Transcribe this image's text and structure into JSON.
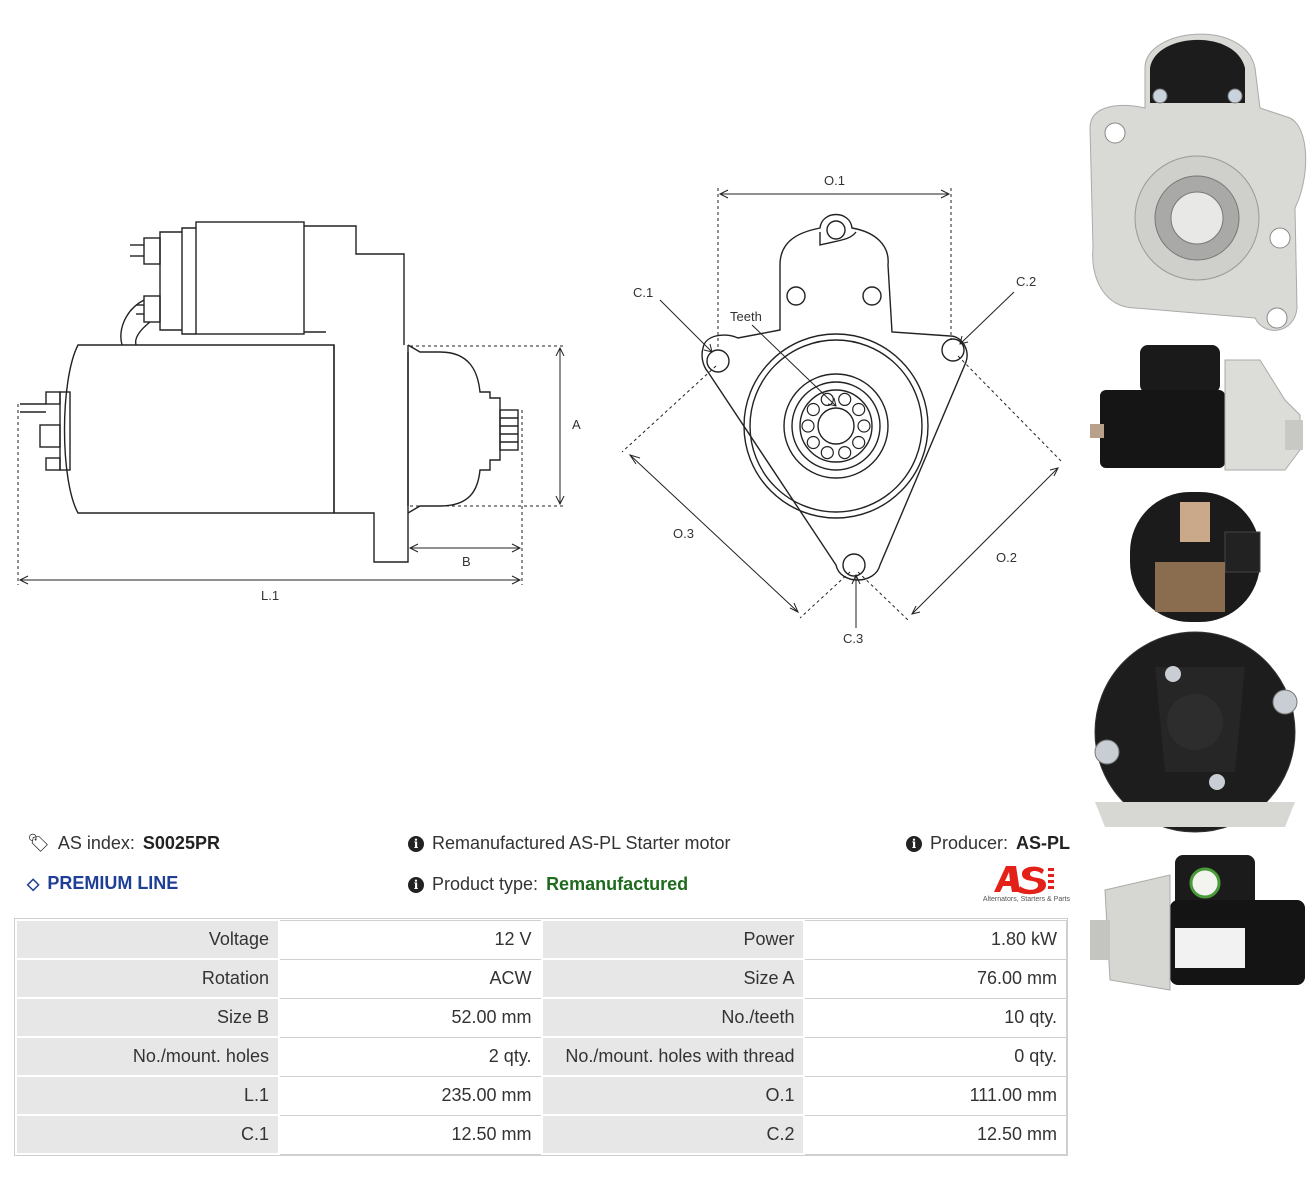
{
  "diagram": {
    "side_labels": {
      "a": "A",
      "b": "B",
      "l1": "L.1"
    },
    "front_labels": {
      "o1": "O.1",
      "o2": "O.2",
      "o3": "O.3",
      "c1": "C.1",
      "c2": "C.2",
      "c3": "C.3",
      "teeth": "Teeth"
    }
  },
  "header": {
    "index_label": "AS index:",
    "index_value": "S0025PR",
    "premium_line": "PREMIUM LINE",
    "description": "Remanufactured AS-PL Starter motor",
    "product_type_label": "Product type:",
    "product_type_value": "Remanufactured",
    "producer_label": "Producer:",
    "producer_value": "AS-PL",
    "logo_tagline": "Alternators, Starters & Parts"
  },
  "specs": [
    {
      "k1": "Voltage",
      "v1": "12 V",
      "k2": "Power",
      "v2": "1.80 kW"
    },
    {
      "k1": "Rotation",
      "v1": "ACW",
      "k2": "Size A",
      "v2": "76.00 mm"
    },
    {
      "k1": "Size B",
      "v1": "52.00 mm",
      "k2": "No./teeth",
      "v2": "10 qty."
    },
    {
      "k1": "No./mount. holes",
      "v1": "2 qty.",
      "k2": "No./mount. holes with thread",
      "v2": "0 qty."
    },
    {
      "k1": "L.1",
      "v1": "235.00 mm",
      "k2": "O.1",
      "v2": "111.00 mm"
    },
    {
      "k1": "C.1",
      "v1": "12.50 mm",
      "k2": "C.2",
      "v2": "12.50 mm"
    }
  ],
  "colors": {
    "accent_blue": "#1f3f96",
    "accent_green": "#1e6b1e",
    "logo_red": "#e32119"
  }
}
